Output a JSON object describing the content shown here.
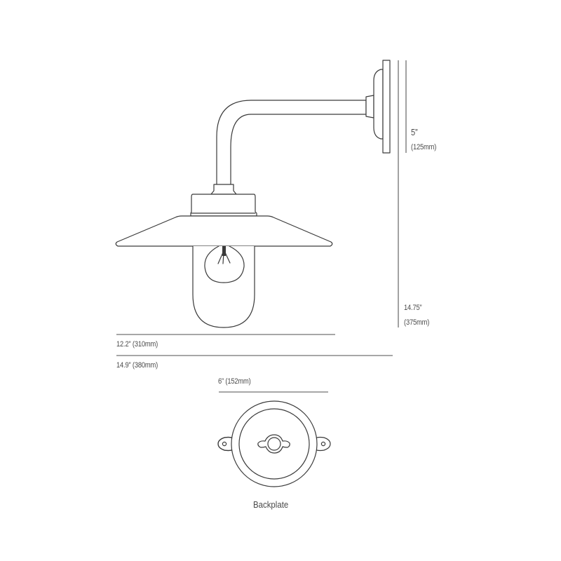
{
  "drawing": {
    "title": "Wall light dimension drawing",
    "dimensions": {
      "backplate_height": {
        "imperial": "5”",
        "metric": "(125mm)"
      },
      "total_height": {
        "imperial": "14.75”",
        "metric": "(375mm)"
      },
      "shade_width": {
        "label": "12.2” (310mm)"
      },
      "total_projection": {
        "label": "14.9” (380mm)"
      },
      "backplate_diameter": {
        "label": "6” (152mm)"
      }
    },
    "backplate_caption": "Backplate",
    "colors": {
      "line": "#3a3a3a",
      "dimension_line": "#8a8a8a",
      "text": "#4a4a4a",
      "background": "#ffffff"
    }
  }
}
